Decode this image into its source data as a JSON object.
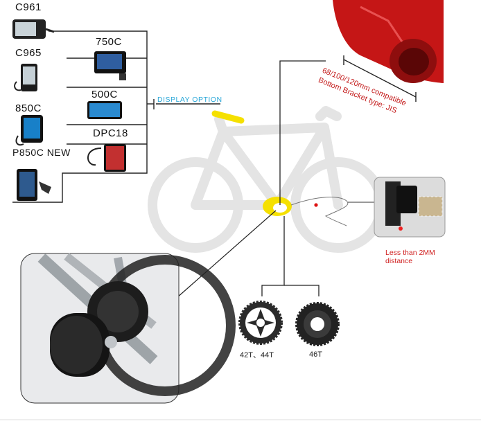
{
  "displays": {
    "c961": "C961",
    "c965": "C965",
    "d850c": "850C",
    "p850c_new": "P850C NEW",
    "d750c": "750C",
    "d500c": "500C",
    "dpc18": "DPC18"
  },
  "display_option": "DISPLAY OPTION",
  "bottom_bracket": {
    "line1": "68/100/120mm compatible",
    "line2": "Bottom Bracket type: JIS"
  },
  "sensor_note": {
    "line1": "Less than 2MM",
    "line2": "distance"
  },
  "chainrings": {
    "left_label": "42T、44T",
    "right_label": "46T"
  },
  "colors": {
    "yellow_accent": "#f5e000",
    "frame_red": "#c51616",
    "display_option_blue": "#2aa7d8",
    "bike_silhouette": "#e6e6e6"
  }
}
